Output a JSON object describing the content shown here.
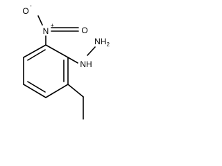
{
  "molecule": {
    "atoms": {
      "nitro_n": "N",
      "nitro_n_charge": "+",
      "oxygen_upper": "O",
      "oxygen_upper_charge": "-",
      "oxygen_right": "O",
      "hydrazine_nh": "NH",
      "hydrazine_nh2": "NH",
      "hydrazine_h2_subscript": "2"
    }
  }
}
